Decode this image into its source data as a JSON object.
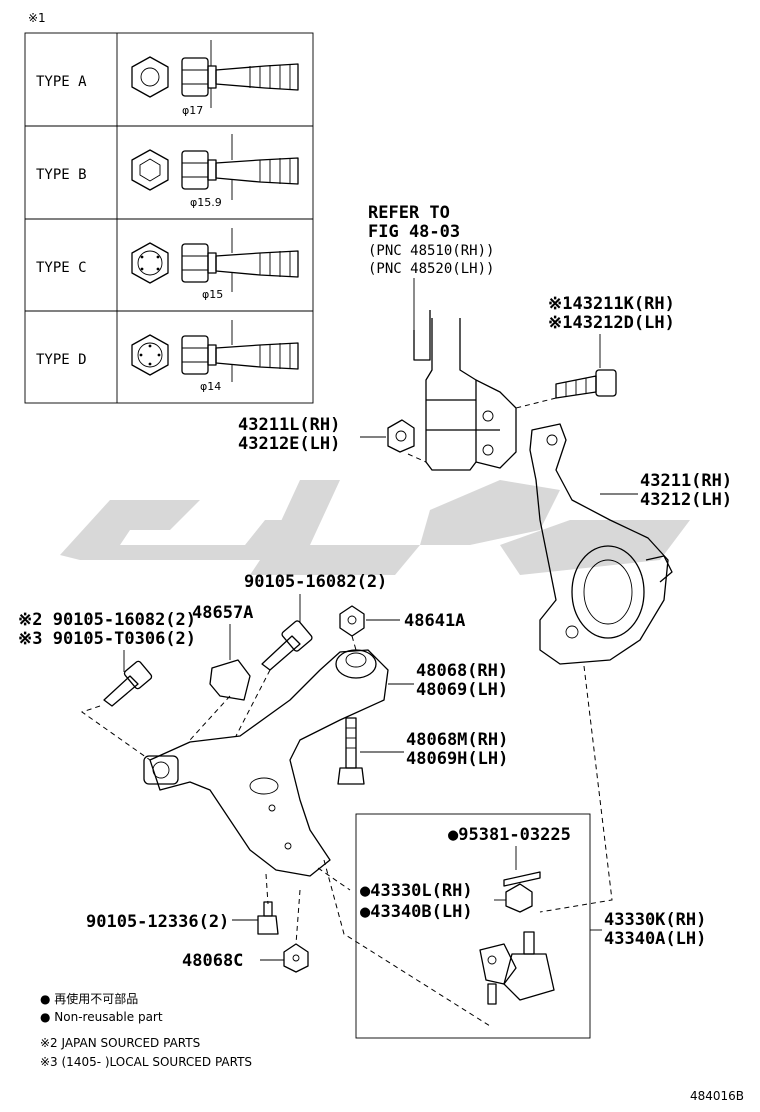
{
  "note_marker": "※1",
  "types": [
    {
      "label": "TYPE  A",
      "dia": "φ17"
    },
    {
      "label": "TYPE  B",
      "dia": "φ15.9"
    },
    {
      "label": "TYPE  C",
      "dia": "φ15"
    },
    {
      "label": "TYPE  D",
      "dia": "φ14"
    }
  ],
  "refer": {
    "line1": "REFER TO",
    "line2": "FIG 48-03",
    "line3": "(PNC 48510(RH))",
    "line4": "(PNC 48520(LH))"
  },
  "callouts": {
    "bolt_rh": "※143211K(RH)",
    "bolt_lh": "※143212D(LH)",
    "nut_rh": "43211L(RH)",
    "nut_lh": "43212E(LH)",
    "knuckle_rh": "43211(RH)",
    "knuckle_lh": "43212(LH)",
    "bolt_90105_16082": "90105-16082(2)",
    "jp_bolt": "※2 90105-16082(2)",
    "local_bolt": "※3 90105-T0306(2)",
    "bracket": "48657A",
    "nut_48641a": "48641A",
    "arm_rh": "48068(RH)",
    "arm_lh": "48069(LH)",
    "bushing_rh": "48068M(RH)",
    "bushing_lh": "48069H(LH)",
    "pin": "●95381-03225",
    "ball_nut_rh": "●43330L(RH)",
    "ball_nut_lh": "●43340B(LH)",
    "ball_rh": "43330K(RH)",
    "ball_lh": "43340A(LH)",
    "bolt_12336": "90105-12336(2)",
    "nut_48068c": "48068C"
  },
  "legend": {
    "jp": "● 再使用不可部品",
    "en": "● Non-reusable part",
    "note2": "※2 JAPAN SOURCED PARTS",
    "note3": "※3 (1405-    )LOCAL SOURCED PARTS"
  },
  "figure_id": "484016B"
}
